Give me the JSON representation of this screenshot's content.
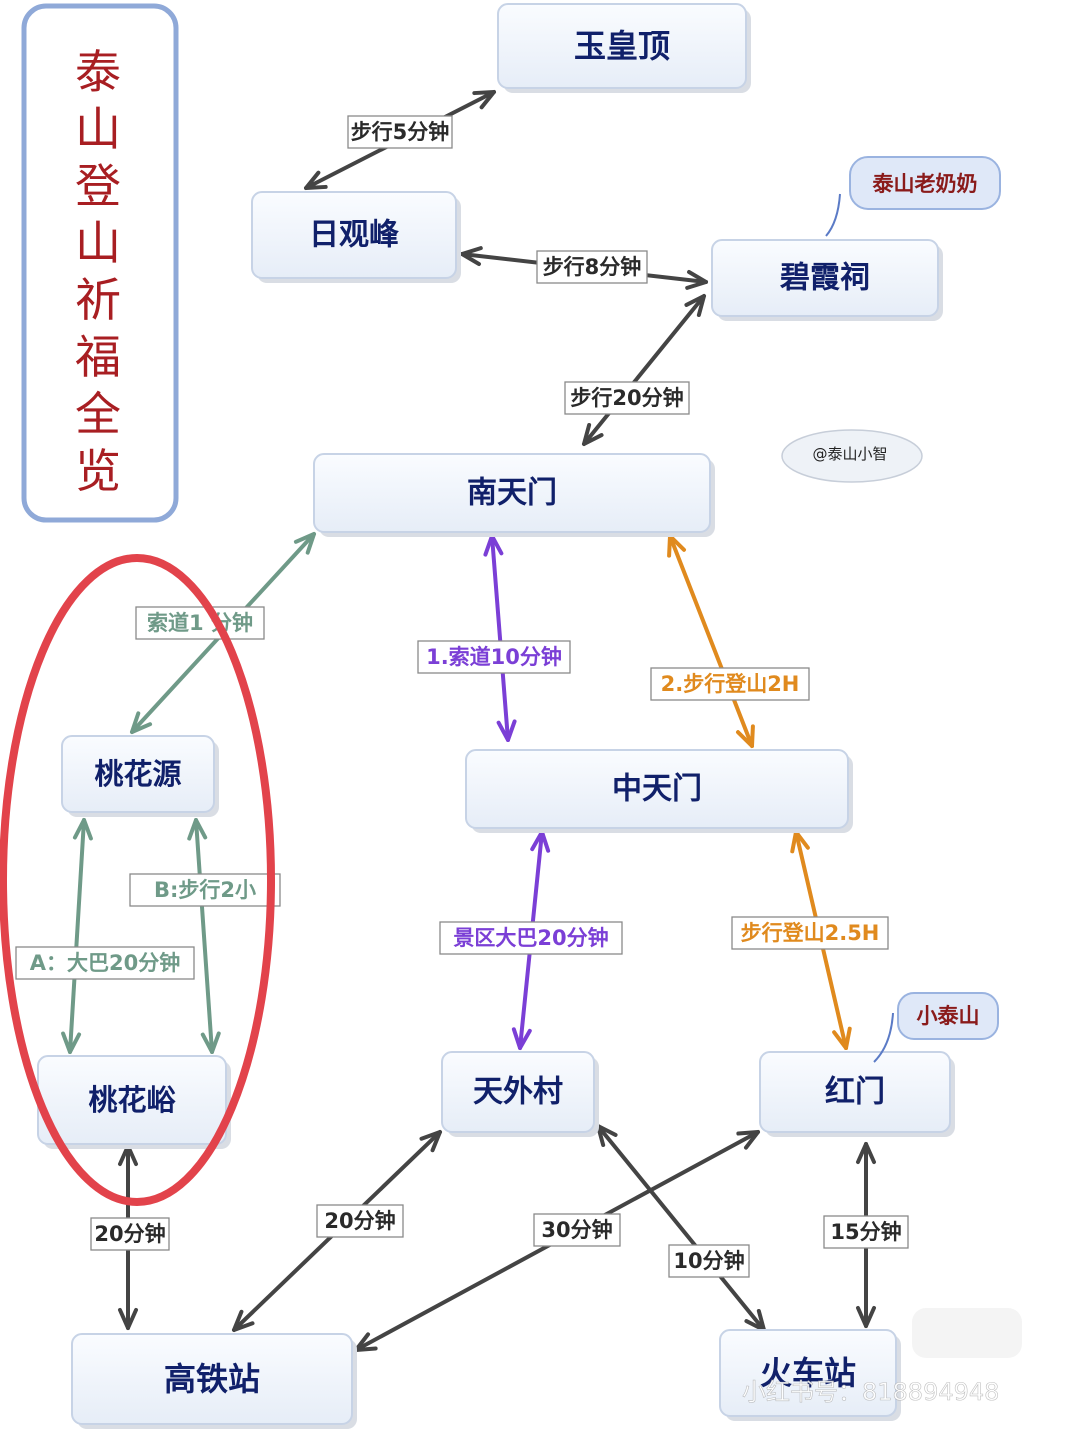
{
  "title": "泰山登山祈福全览",
  "nodes": [
    {
      "id": "yuhuangding",
      "label": "玉皇顶"
    },
    {
      "id": "riguanfeng",
      "label": "日观峰"
    },
    {
      "id": "bixiaci",
      "label": "碧霞祠"
    },
    {
      "id": "nantianmen",
      "label": "南天门"
    },
    {
      "id": "taohuayuan",
      "label": "桃花源"
    },
    {
      "id": "zhongtianmen",
      "label": "中天门"
    },
    {
      "id": "taohuayu",
      "label": "桃花峪"
    },
    {
      "id": "tianwaicun",
      "label": "天外村"
    },
    {
      "id": "hongmen",
      "label": "红门"
    },
    {
      "id": "gaotiezhan",
      "label": "高铁站"
    },
    {
      "id": "huochezhan",
      "label": "火车站"
    }
  ],
  "edges": [
    {
      "id": "e1",
      "from": "riguanfeng",
      "to": "yuhuangding",
      "label": "步行5分钟",
      "color": "#444444"
    },
    {
      "id": "e2",
      "from": "riguanfeng",
      "to": "bixiaci",
      "label": "步行8分钟",
      "color": "#444444"
    },
    {
      "id": "e3",
      "from": "bixiaci",
      "to": "nantianmen",
      "label": "步行20分钟",
      "color": "#444444"
    },
    {
      "id": "e4",
      "from": "nantianmen",
      "to": "taohuayuan",
      "label": "索道1 分钟",
      "color": "#6f9a88"
    },
    {
      "id": "e5",
      "from": "nantianmen",
      "to": "zhongtianmen",
      "label": "1.索道10分钟",
      "color": "#7b3fd6"
    },
    {
      "id": "e6",
      "from": "nantianmen",
      "to": "zhongtianmen",
      "label": "2.步行登山2H",
      "color": "#e08a1e"
    },
    {
      "id": "e7",
      "from": "taohuayuan",
      "to": "taohuayu",
      "label": "A：大巴20分钟",
      "color": "#6f9a88"
    },
    {
      "id": "e8",
      "from": "taohuayuan",
      "to": "taohuayu",
      "label": "B:步行2小",
      "color": "#6f9a88"
    },
    {
      "id": "e9",
      "from": "zhongtianmen",
      "to": "tianwaicun",
      "label": "景区大巴20分钟",
      "color": "#7b3fd6"
    },
    {
      "id": "e10",
      "from": "zhongtianmen",
      "to": "hongmen",
      "label": "步行登山2.5H",
      "color": "#e08a1e"
    },
    {
      "id": "e11",
      "from": "taohuayu",
      "to": "gaotiezhan",
      "label": "20分钟",
      "color": "#444444"
    },
    {
      "id": "e12",
      "from": "gaotiezhan",
      "to": "tianwaicun",
      "label": "20分钟",
      "color": "#444444"
    },
    {
      "id": "e13",
      "from": "gaotiezhan",
      "to": "hongmen",
      "label": "30分钟",
      "color": "#444444"
    },
    {
      "id": "e14",
      "from": "tianwaicun",
      "to": "huochezhan",
      "label": "10分钟",
      "color": "#444444"
    },
    {
      "id": "e15",
      "from": "hongmen",
      "to": "huochezhan",
      "label": "15分钟",
      "color": "#444444"
    }
  ],
  "notes": [
    {
      "id": "laonainai",
      "text": "泰山老奶奶"
    },
    {
      "id": "xiaotaishan",
      "text": "小泰山"
    }
  ],
  "credit": "@泰山小智",
  "watermark": "小红书号：818894948",
  "highlight_color": "#e2434b"
}
